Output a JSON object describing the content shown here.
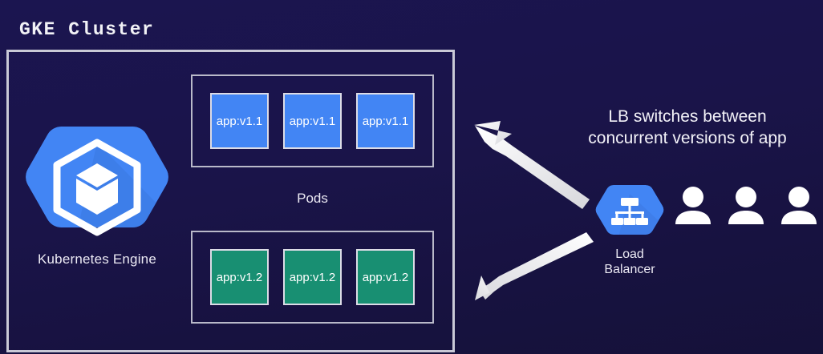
{
  "diagram": {
    "title": "GKE Cluster",
    "background_color": "#1a1449"
  },
  "cluster": {
    "gke_node": {
      "label": "Kubernetes Engine",
      "icon": "kubernetes-engine-hexagon-icon",
      "color": "#4285f4"
    },
    "pods_label": "Pods",
    "pod_groups": [
      {
        "id": "v11",
        "color": "#4285f4",
        "pods": [
          "app:v1.1",
          "app:v1.1",
          "app:v1.1"
        ]
      },
      {
        "id": "v12",
        "color": "#188f72",
        "pods": [
          "app:v1.2",
          "app:v1.2",
          "app:v1.2"
        ]
      }
    ]
  },
  "load_balancer": {
    "icon": "load-balancer-hexagon-icon",
    "color": "#4285f4",
    "label_line1": "Load",
    "label_line2": "Balancer"
  },
  "users": {
    "icon": "user-icon",
    "count": 3,
    "color": "#ffffff"
  },
  "caption": {
    "line1": "LB switches between",
    "line2": "concurrent versions of app",
    "color": "#f3f2f8"
  },
  "arrows": {
    "color": "#f0f0f2",
    "top_arrow_direction": "up-left",
    "bottom_arrow_direction": "down-left"
  }
}
